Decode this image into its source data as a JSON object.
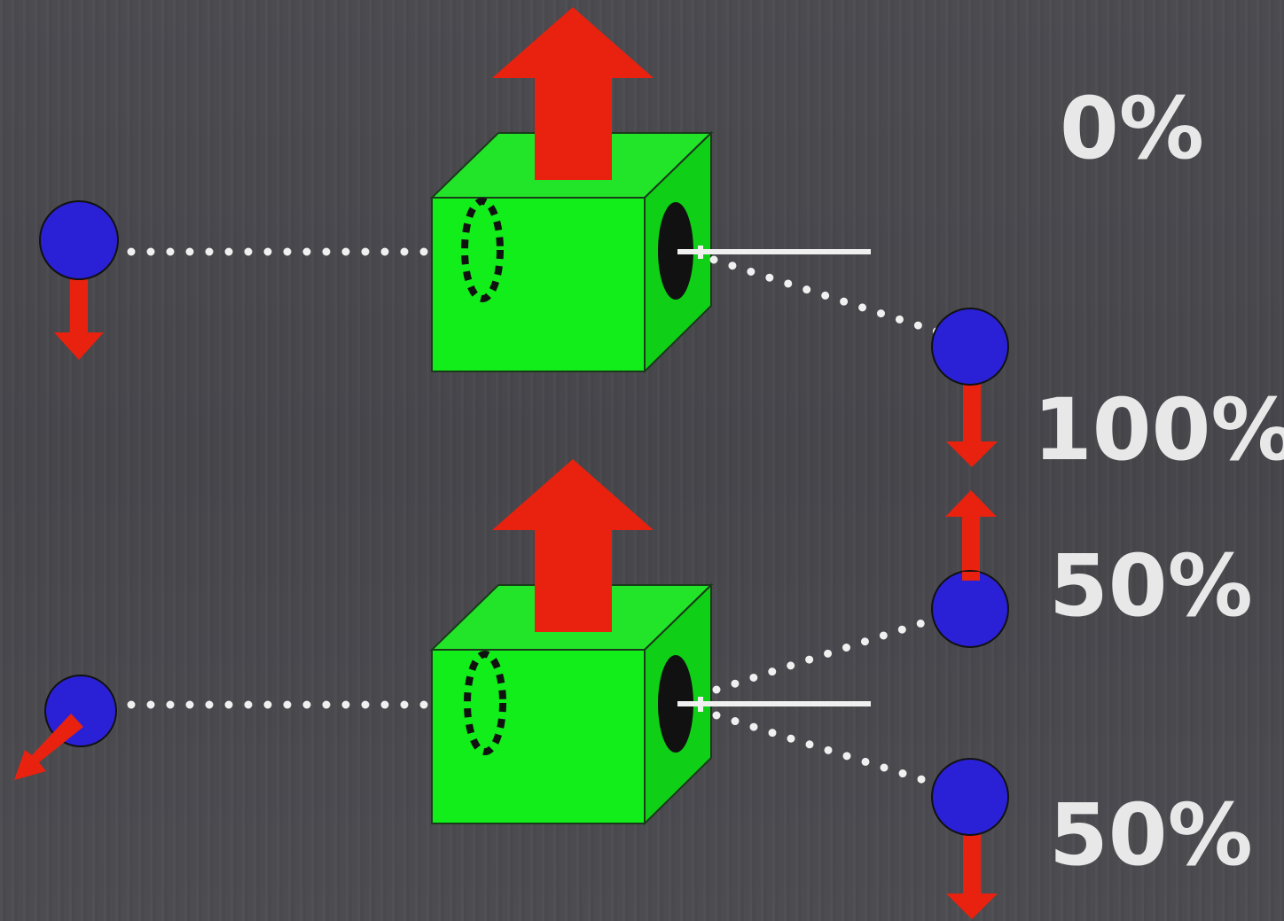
{
  "colors": {
    "background": "#4a4a4f",
    "cube_front": "#12ee1a",
    "cube_top": "#22e52a",
    "cube_side": "#0fcf16",
    "particle": "#2a21d6",
    "arrow": "#e8220f",
    "line": "#f0f0f0",
    "text": "#e8e8e8"
  },
  "labels": {
    "top_output": "0%",
    "top_lower_output": "100%",
    "bottom_upper_output": "50%",
    "bottom_lower_output": "50%"
  }
}
